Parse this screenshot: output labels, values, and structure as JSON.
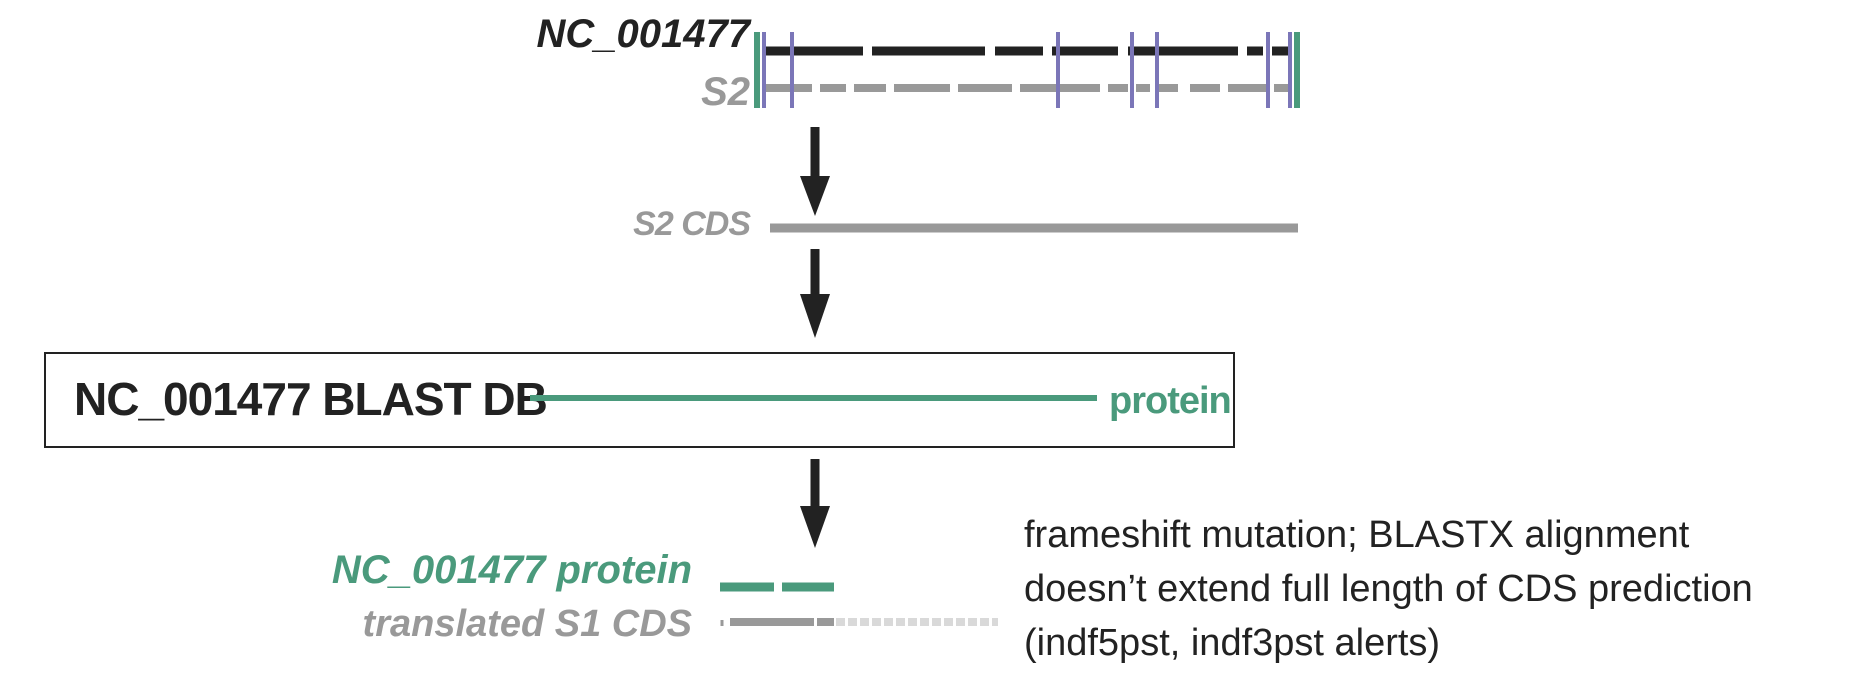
{
  "reference": {
    "label": "NC_001477"
  },
  "sequence": {
    "label": "S2"
  },
  "cds": {
    "label": "S2 CDS"
  },
  "blast_db": {
    "title": "NC_001477 BLAST DB",
    "entry": "protein"
  },
  "result": {
    "protein_label": "NC_001477 protein",
    "translated_label": "translated S1 CDS"
  },
  "note": {
    "line1": "frameshift mutation; BLASTX alignment",
    "line2": "doesn’t extend full length of CDS prediction",
    "line3": "(indf5pst, indf3pst alerts)"
  },
  "colors": {
    "reference": "#222222",
    "query": "#999999",
    "protein": "#4a9a7c",
    "marker": "#7b76b8",
    "unaligned": "#d9d9d9"
  }
}
